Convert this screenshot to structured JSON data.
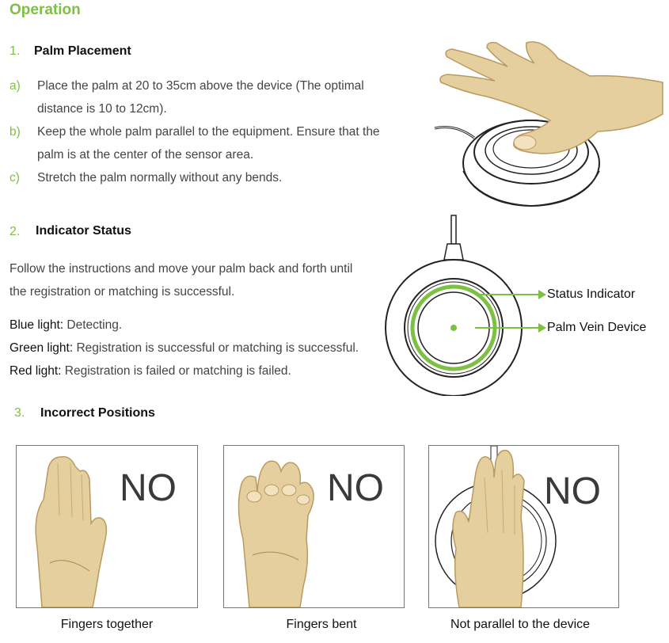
{
  "title": "Operation",
  "section1": {
    "number": "1.",
    "heading": "Palm Placement",
    "items": [
      {
        "letter": "a)",
        "line1": "Place the palm at 20 to 35cm above the device (The optimal",
        "line2": "distance is 10 to 12cm)."
      },
      {
        "letter": "b)",
        "line1": "Keep the whole palm parallel to the equipment. Ensure that the",
        "line2": "palm is at the center of the sensor area."
      },
      {
        "letter": "c)",
        "line1": "Stretch the palm normally without any bends.",
        "line2": ""
      }
    ]
  },
  "section2": {
    "number": "2.",
    "heading": "Indicator Status",
    "intro_line1": "Follow the instructions and move your palm back and forth until",
    "intro_line2": "the registration or matching is successful.",
    "lights": [
      {
        "label": "Blue light:",
        "text": " Detecting."
      },
      {
        "label": "Green light:",
        "text": " Registration is successful or matching is successful."
      },
      {
        "label": "Red light:",
        "text": " Registration is failed or matching is failed."
      }
    ],
    "diagram": {
      "status_indicator_label": "Status Indicator",
      "palm_vein_label": "Palm Vein Device",
      "accent_color": "#7dc142"
    }
  },
  "section3": {
    "number": "3.",
    "heading": "Incorrect Positions",
    "panels": [
      {
        "no": "NO",
        "caption": "Fingers together"
      },
      {
        "no": "NO",
        "caption": "Fingers bent"
      },
      {
        "no": "NO",
        "caption": "Not parallel to the device"
      }
    ]
  },
  "colors": {
    "accent": "#7dc142",
    "skin": "#e6cf9f",
    "skin_shade": "#d4b97f"
  }
}
